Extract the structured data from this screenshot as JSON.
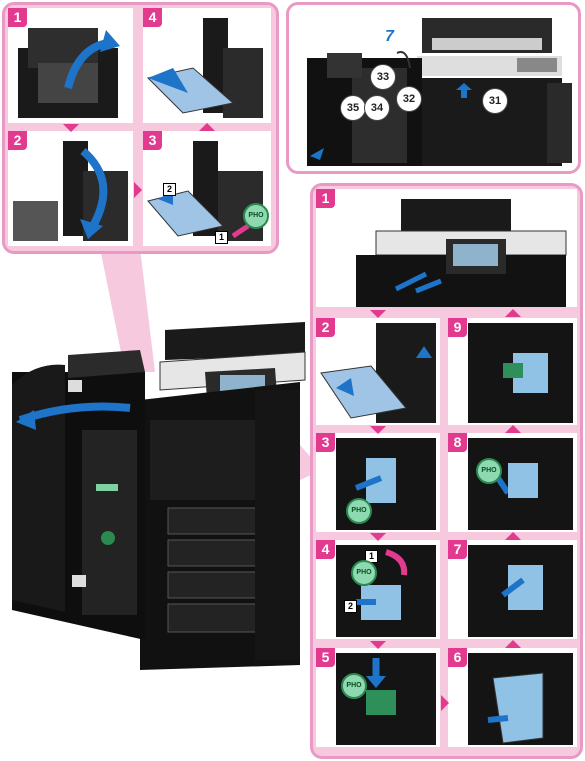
{
  "top_left_steps": [
    "1",
    "2",
    "3",
    "4"
  ],
  "overview_callouts": [
    "33",
    "35",
    "34",
    "32",
    "31",
    "7"
  ],
  "right_steps": [
    "1",
    "2",
    "3",
    "4",
    "5",
    "6",
    "7",
    "8",
    "9"
  ],
  "sub_markers": [
    "1",
    "2"
  ],
  "hint_label": "PHO",
  "colors": {
    "accent": "#e23a8f",
    "panel": "#f6c9df",
    "arrow_blue": "#1e74c9",
    "guide_green": "#2b8a4f"
  }
}
